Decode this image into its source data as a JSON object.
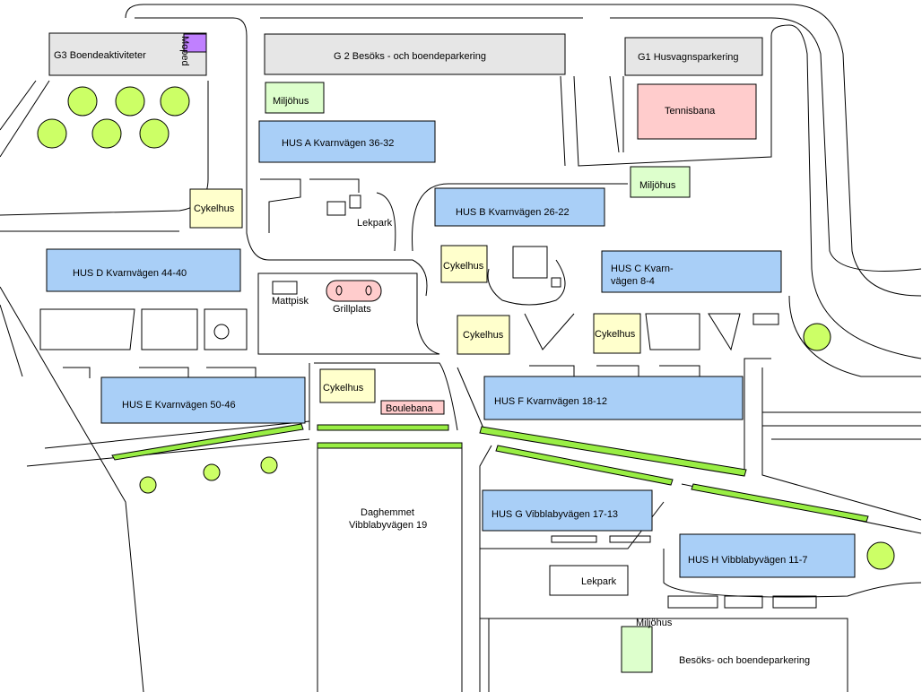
{
  "colors": {
    "parking": "#e6e6e6",
    "house": "#a9cff7",
    "bike": "#ffffcc",
    "env": "#ddffcc",
    "pink": "#ffcccc",
    "moped": "#c080ff",
    "tree": "#ccff66"
  },
  "parking": {
    "g3": "G3  Boendeaktiviteter",
    "g2": "G 2  Besöks - och boendeparkering",
    "g1": "G1 Husvagnsparkering",
    "moped": "Moped",
    "bottom": "Besöks- och boendeparkering"
  },
  "houses": {
    "a": "HUS A Kvarnvägen 36-32",
    "b": "HUS B Kvarnvägen 26-22",
    "c1": "HUS C Kvarn-",
    "c2": "vägen 8-4",
    "d": "HUS D Kvarnvägen 44-40",
    "e": "HUS E Kvarnvägen 50-46",
    "f": "HUS F Kvarnvägen 18-12",
    "g": "HUS G Vibblabyvägen 17-13",
    "h": "HUS H Vibblabyvägen 11-7"
  },
  "facilities": {
    "tennis": "Tennisbana",
    "env1": "Miljöhus",
    "env2": "Miljöhus",
    "env3": "Miljöhus",
    "bike1": "Cykelhus",
    "bike2": "Cykelhus",
    "bike3": "Cykelhus",
    "bike4": "Cykelhus",
    "bike5": "Cykelhus",
    "playground1": "Lekpark",
    "playground2": "Lekpark",
    "carpet": "Mattpisk",
    "grill": "Grillplats",
    "boule": "Boulebana",
    "daycare1": "Daghemmet",
    "daycare2": "Vibblabyvägen 19"
  }
}
